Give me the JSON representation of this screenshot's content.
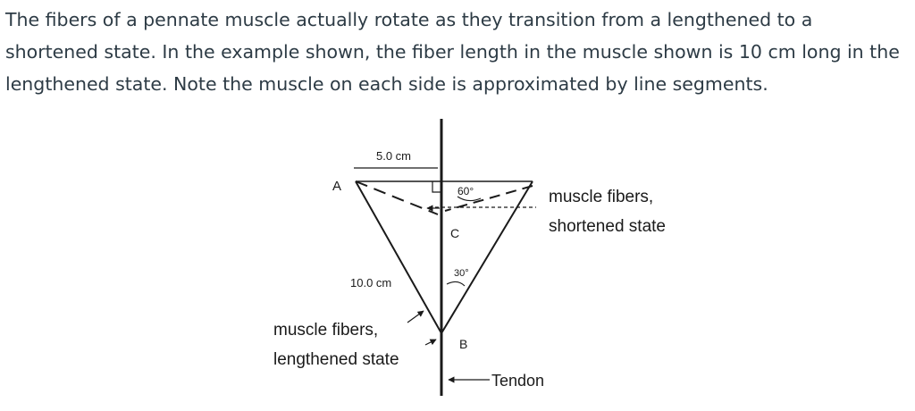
{
  "question": {
    "text": "The fibers of a pennate muscle actually rotate as they transition from a lengthened to a shortened state. In the example shown, the fiber length in the muscle shown is 10 cm long in the lengthened state. Note the muscle on each side is approximated by line segments."
  },
  "figure": {
    "label_5cm": "5.0 cm",
    "label_A": "A",
    "label_60": "60°",
    "label_C": "C",
    "label_shortened_line1": "muscle fibers,",
    "label_shortened_line2": "shortened state",
    "label_30": "30°",
    "label_10cm": "10.0 cm",
    "label_lengthened_line1": "muscle fibers,",
    "label_lengthened_line2": "lengthened state",
    "label_B": "B",
    "label_tendon": "Tendon"
  }
}
